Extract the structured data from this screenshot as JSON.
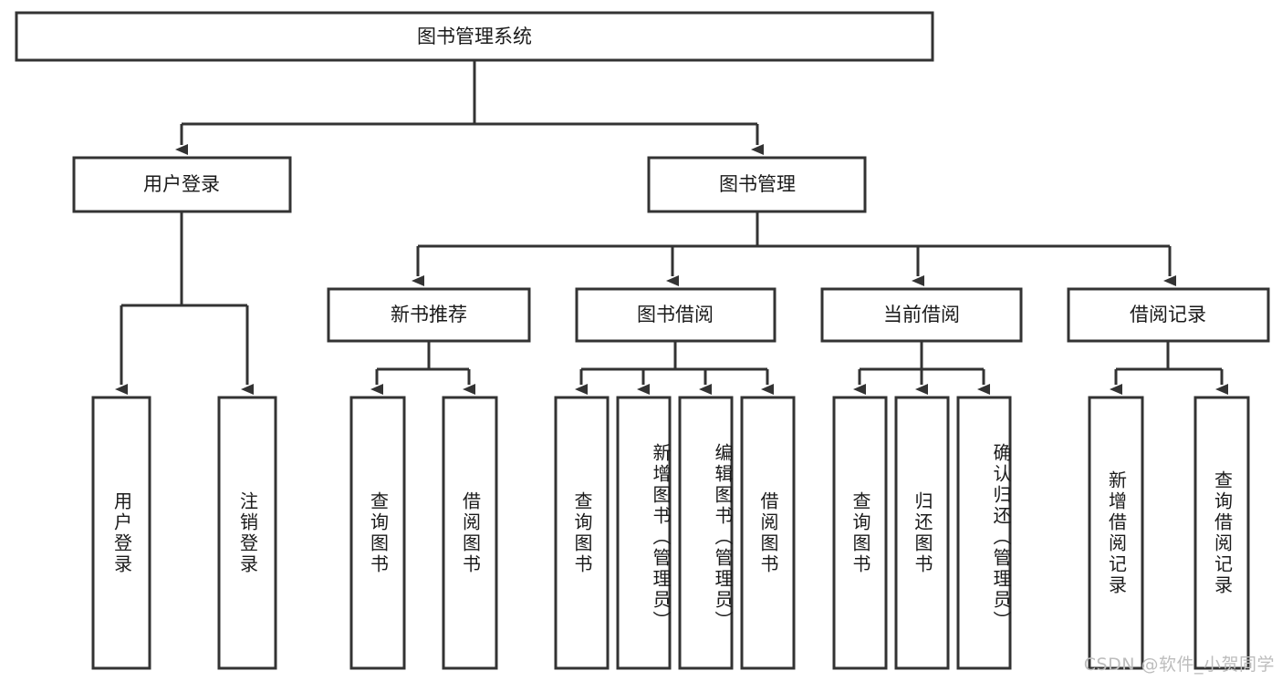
{
  "diagram": {
    "title": "图书管理系统",
    "type": "tree-hierarchy",
    "watermark": "CSDN @软件_小贺同学",
    "colors": {
      "stroke": "#333333",
      "fill": "#ffffff",
      "text": "#1a1a1a",
      "watermark": "#bdbdbd"
    },
    "root": {
      "label": "图书管理系统",
      "level": 1
    },
    "level2": [
      {
        "label": "用户登录"
      },
      {
        "label": "图书管理"
      }
    ],
    "level3": [
      {
        "label": "新书推荐"
      },
      {
        "label": "图书借阅"
      },
      {
        "label": "当前借阅"
      },
      {
        "label": "借阅记录"
      }
    ],
    "leaves": {
      "user_login": [
        {
          "label": "用户登录"
        },
        {
          "label": "注销登录"
        }
      ],
      "new_book_recommend": [
        {
          "label": "查询图书"
        },
        {
          "label": "借阅图书"
        }
      ],
      "book_borrow": [
        {
          "label": "查询图书"
        },
        {
          "label": "新增图书（管理员）"
        },
        {
          "label": "编辑图书（管理员）"
        },
        {
          "label": "借阅图书"
        }
      ],
      "current_borrow": [
        {
          "label": "查询图书"
        },
        {
          "label": "归还图书"
        },
        {
          "label": "确认归还（管理员）"
        }
      ],
      "borrow_record": [
        {
          "label": "新增借阅记录"
        },
        {
          "label": "查询借阅记录"
        }
      ]
    }
  }
}
